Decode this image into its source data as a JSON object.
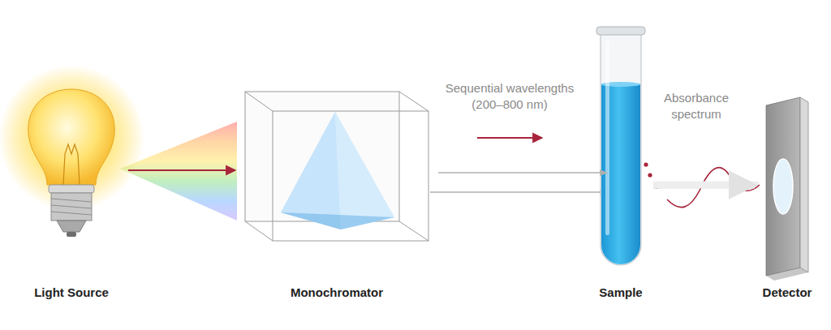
{
  "diagram": {
    "nodes": [
      {
        "text": [
          "Light Source"
        ]
      },
      {
        "text": [
          "Monochromator"
        ]
      },
      {
        "text": [
          "Sample"
        ]
      },
      {
        "text": [
          "Detector"
        ]
      }
    ],
    "edges": [
      {
        "from": 0,
        "to": 1,
        "arrow": "to"
      },
      {
        "from": 1,
        "to": 2,
        "label": "Sequential wavelengths (200–800 nm)",
        "arrow": "to"
      },
      {
        "from": 2,
        "to": 3,
        "label": "Absorbance spectrum",
        "arrow": "to"
      }
    ]
  }
}
